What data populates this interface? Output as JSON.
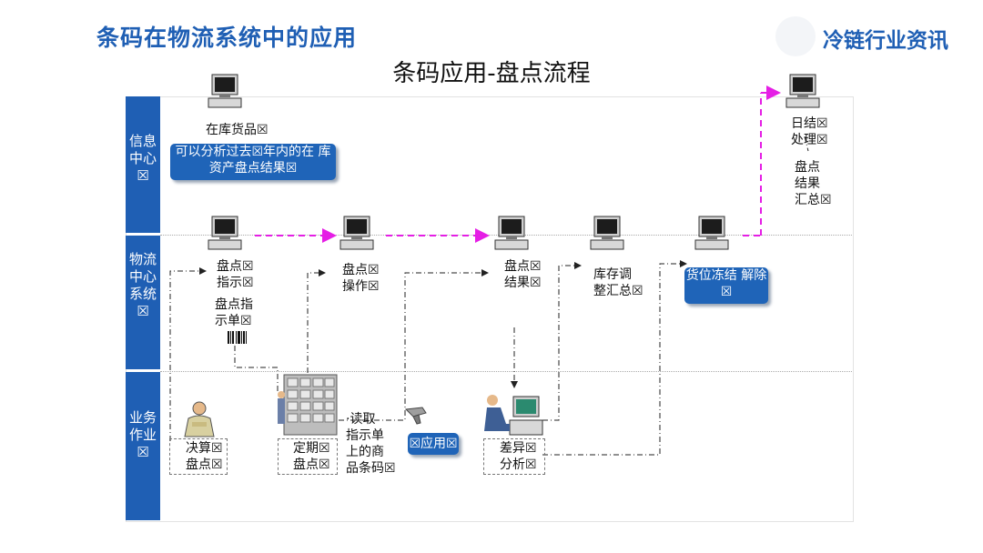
{
  "header": {
    "left_title": "条码在物流系统中的应用",
    "right_title": "冷链行业资讯"
  },
  "diagram": {
    "title": "条码应用-盘点流程",
    "lanes": [
      {
        "label": "信息中心☒"
      },
      {
        "label": "物流中心系统☒"
      },
      {
        "label": "业务作业☒"
      }
    ],
    "nodes": {
      "inventory_goods": "在库货品☒",
      "callout_info": "可以分析过去☒年内的在\n库资产盘点结果☒",
      "daily_process": "日结☒\n处理☒",
      "count_summary": "盘点\n结果\n汇总☒",
      "count_instruction": "盘点☒\n指示☒",
      "count_sheet": "盘点指\n示单☒",
      "count_operation": "盘点☒\n操作☒",
      "count_result": "盘点☒\n结果☒",
      "stock_adjust": "库存调\n整汇总☒",
      "callout_unfreeze": "货位冻结\n解除☒",
      "settlement_count": "决算☒\n盘点☒",
      "periodic_count": "定期☒\n盘点☒",
      "read_barcode": "·读取\n指示单\n上的商\n品条码☒",
      "callout_apply": "☒应用☒",
      "diff_analysis": "差异☒\n分析☒"
    },
    "colors": {
      "accent": "#1f5fb4",
      "dashed_flow": "#e51ee5"
    }
  }
}
